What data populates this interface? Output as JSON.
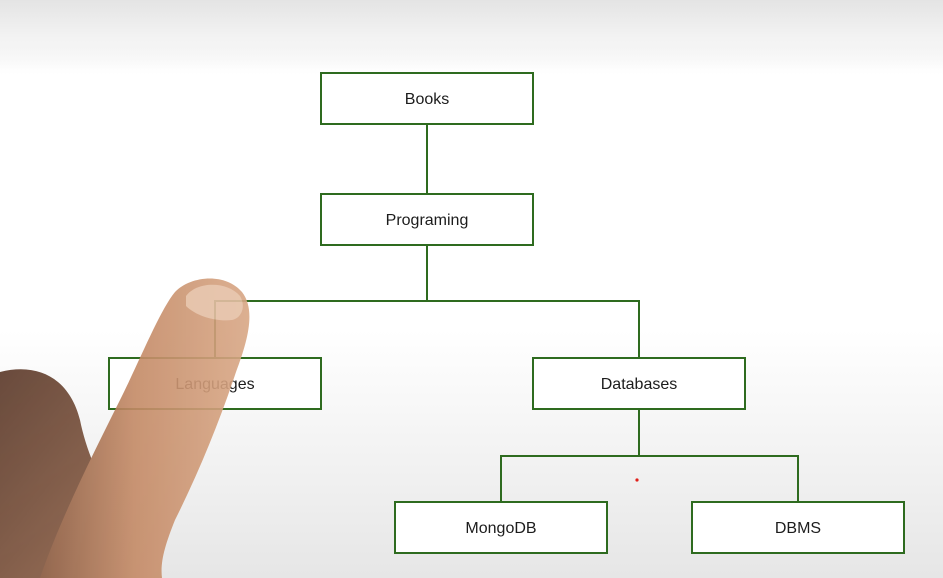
{
  "watermark": "",
  "diagram": {
    "nodes": [
      {
        "id": "books",
        "label": "Books"
      },
      {
        "id": "programing",
        "label": "Programing"
      },
      {
        "id": "languages",
        "label": "Languages"
      },
      {
        "id": "databases",
        "label": "Databases"
      },
      {
        "id": "mongodb",
        "label": "MongoDB"
      },
      {
        "id": "dbms",
        "label": "DBMS"
      }
    ],
    "edges": [
      {
        "from": "books",
        "to": "programing"
      },
      {
        "from": "programing",
        "to": "languages"
      },
      {
        "from": "programing",
        "to": "databases"
      },
      {
        "from": "databases",
        "to": "mongodb"
      },
      {
        "from": "databases",
        "to": "dbms"
      }
    ],
    "colors": {
      "border": "#2e6b1f",
      "text": "#1c1c1c",
      "laser": "#e0201a"
    }
  }
}
